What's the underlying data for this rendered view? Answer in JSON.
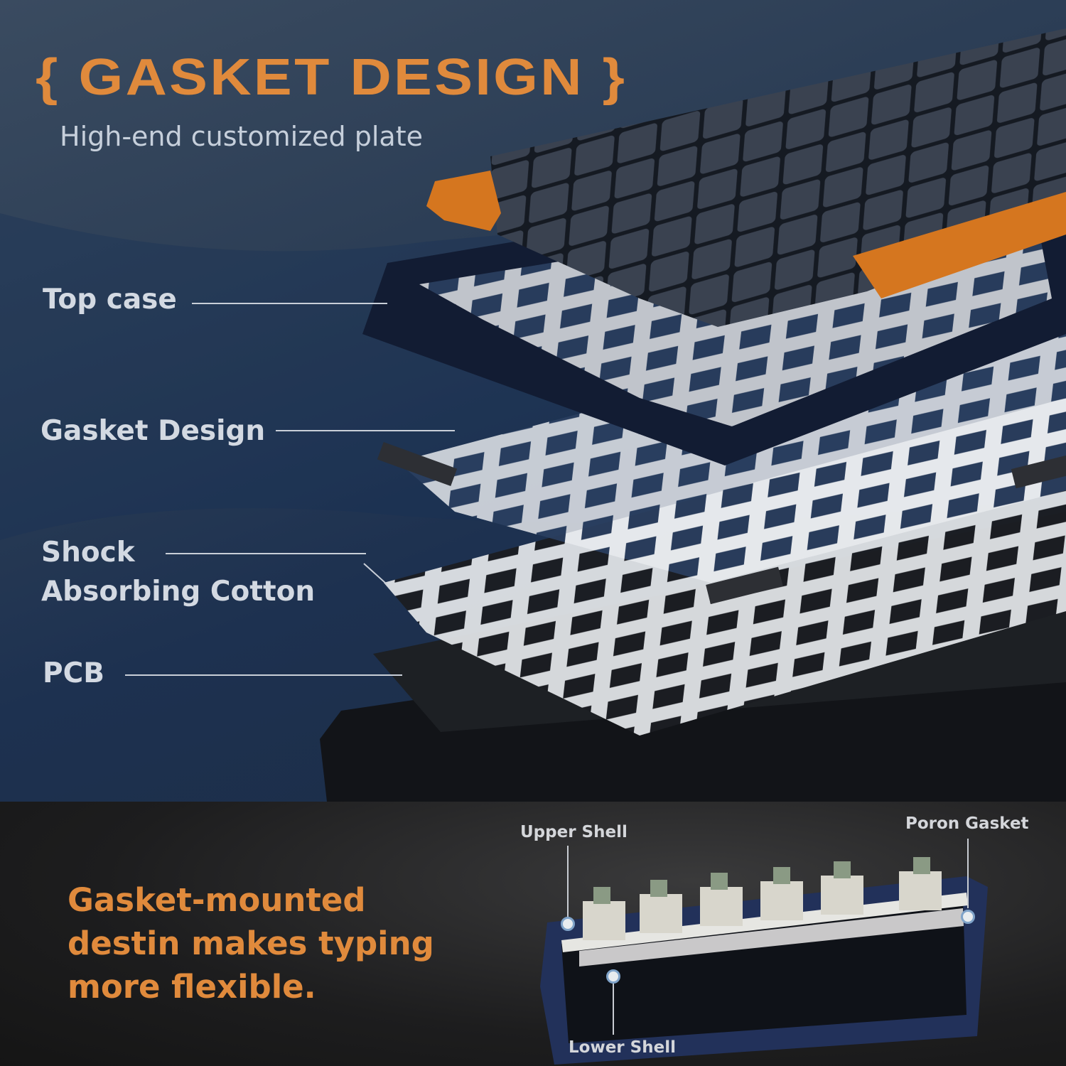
{
  "header": {
    "title": "{ GASKET DESIGN }",
    "subtitle": "High-end customized plate"
  },
  "layers": [
    {
      "label": "Top case"
    },
    {
      "label": "Gasket Design"
    },
    {
      "label_line1": "Shock",
      "label_line2": "Absorbing Cotton"
    },
    {
      "label": "PCB"
    }
  ],
  "bottom": {
    "tagline": [
      "Gasket-mounted",
      "destin makes typing",
      "more flexible."
    ],
    "callouts": {
      "upper_shell": "Upper Shell",
      "poron_gasket": "Poron Gasket",
      "lower_shell": "Lower Shell"
    }
  },
  "colors": {
    "accent": "#e08a3c",
    "label": "#d3d9e2",
    "background_top": "#2b3d55",
    "background_bottom": "#1b1b1c"
  }
}
